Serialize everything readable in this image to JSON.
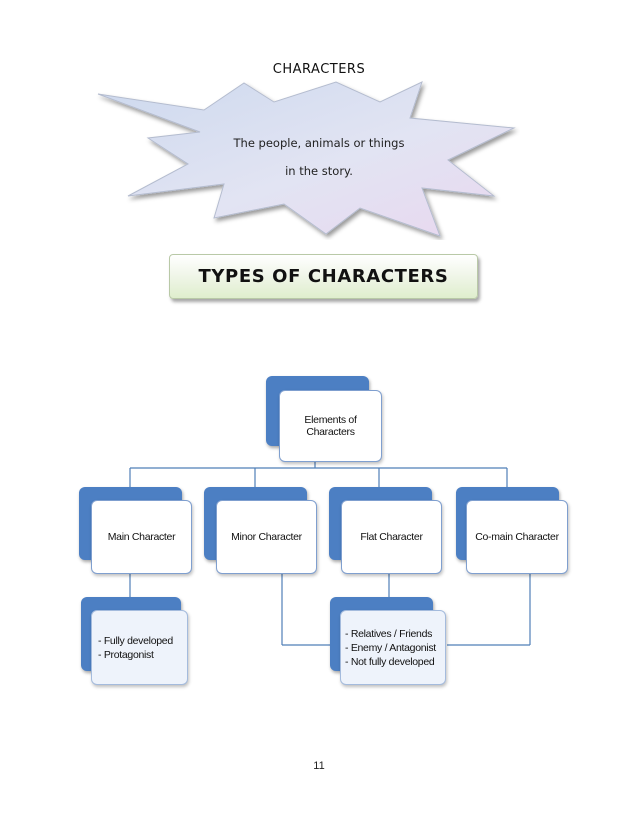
{
  "heading": "CHARACTERS",
  "definition": {
    "line1": "The people, animals or things",
    "line2": "in the story."
  },
  "types_title": "TYPES OF CHARACTERS",
  "diagram": {
    "root": {
      "line1": "Elements of",
      "line2": "Characters"
    },
    "children": [
      {
        "label": "Main Character"
      },
      {
        "label": "Minor Character"
      },
      {
        "label": "Flat Character"
      },
      {
        "label": "Co-main Character"
      }
    ],
    "main_details": [
      "- Fully developed",
      "- Protagonist"
    ],
    "shared_details": [
      "- Relatives / Friends",
      "- Enemy / Antagonist",
      "- Not fully developed"
    ]
  },
  "page_number": "11",
  "colors": {
    "star_fill_top": "#d9e1f1",
    "star_fill_bottom": "#e7d9f0",
    "node_accent": "#4c7fc3",
    "connector": "#4f7fb8",
    "types_box_fill": "#dfeecd"
  }
}
